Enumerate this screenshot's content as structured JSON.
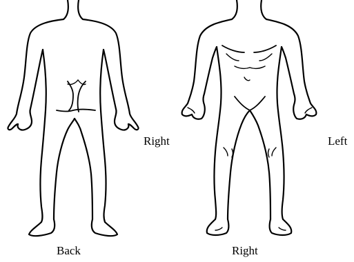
{
  "labels": {
    "back": "Back",
    "right_bottom": "Right",
    "right_side": "Right",
    "left_side": "Left"
  },
  "colors": {
    "outline": "#000000",
    "background": "#ffffff"
  }
}
